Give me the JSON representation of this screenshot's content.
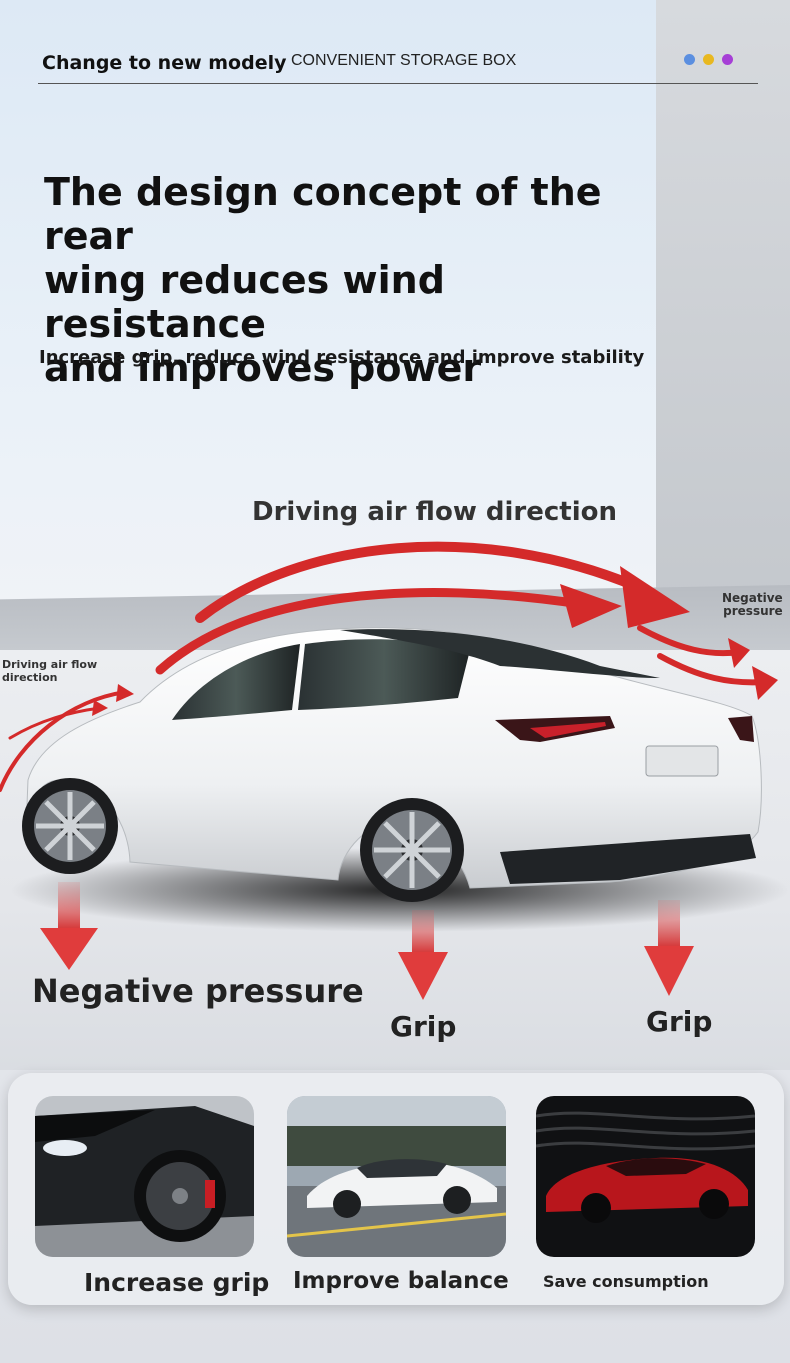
{
  "header": {
    "model_text": "Change to new modely",
    "storage_text": "CONVENIENT STORAGE BOX",
    "dot_colors": [
      "#5b8fe0",
      "#e8b820",
      "#a63fd6"
    ]
  },
  "headline": {
    "line1": "The design concept of the rear",
    "line2": "wing reduces wind resistance",
    "line3": "and improves power"
  },
  "subheadline": "Increase grip, reduce wind resistance and improve stability",
  "diagram": {
    "airflow_main_label": "Driving air flow direction",
    "airflow_left_line1": "Driving air flow",
    "airflow_left_line2": "direction",
    "negative_right_line1": "Negative",
    "negative_right_line2": "pressure",
    "negative_pressure_label": "Negative pressure",
    "grip_label_1": "Grip",
    "grip_label_2": "Grip",
    "arrow_color": "#d42a2a",
    "car_color": "#f4f5f6"
  },
  "features": [
    {
      "caption": "Increase grip",
      "icon": "black-car-wheel-image"
    },
    {
      "caption": "Improve balance",
      "icon": "white-car-road-image"
    },
    {
      "caption": "Save consumption",
      "icon": "red-roadster-wind-image"
    }
  ]
}
